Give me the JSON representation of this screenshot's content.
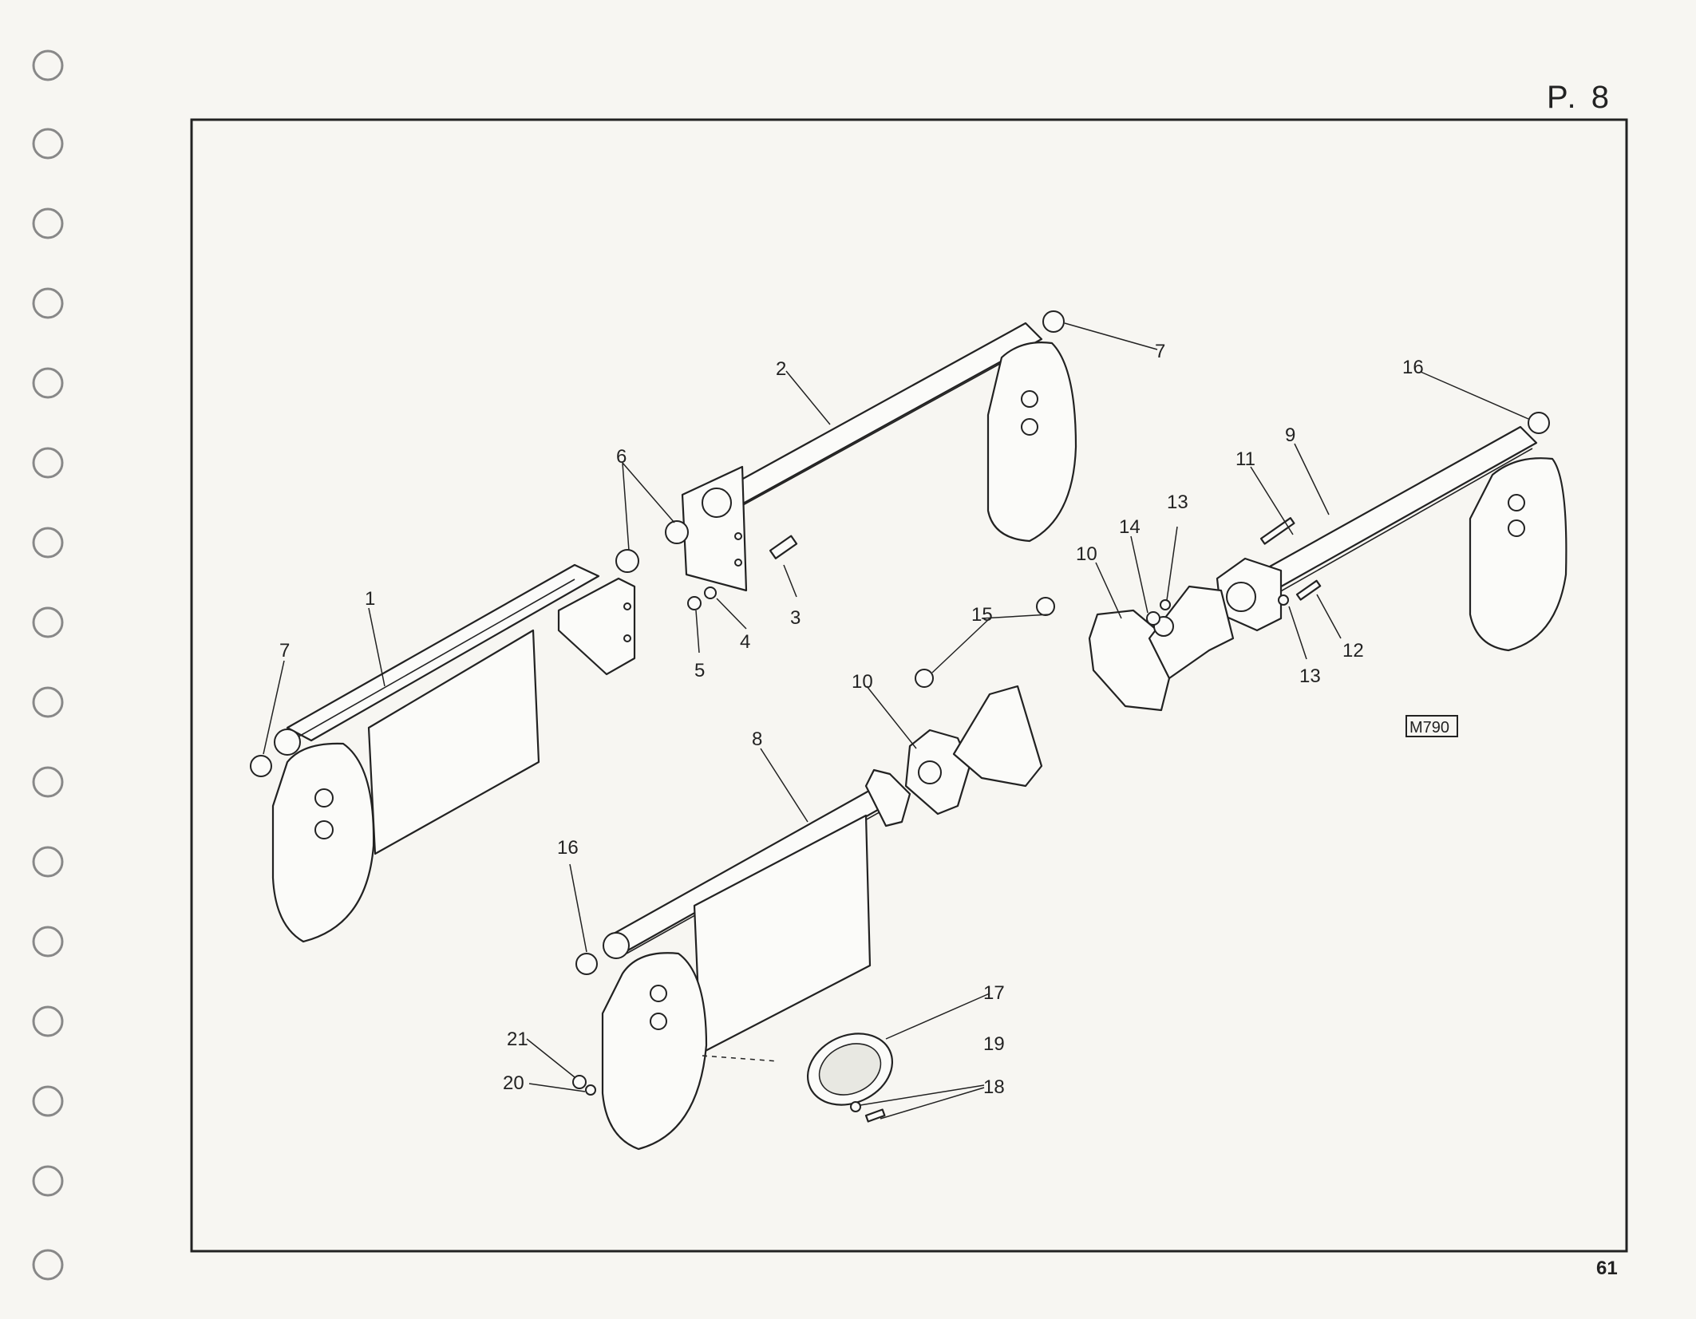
{
  "header": {
    "page_ref": "P. 8"
  },
  "footer": {
    "page_number": "61"
  },
  "diagram": {
    "drawing_code": "M790",
    "callouts": [
      "1",
      "2",
      "3",
      "4",
      "5",
      "6",
      "7",
      "7",
      "8",
      "9",
      "10",
      "10",
      "11",
      "12",
      "13",
      "13",
      "14",
      "15",
      "16",
      "16",
      "17",
      "18",
      "19",
      "20",
      "21"
    ]
  }
}
